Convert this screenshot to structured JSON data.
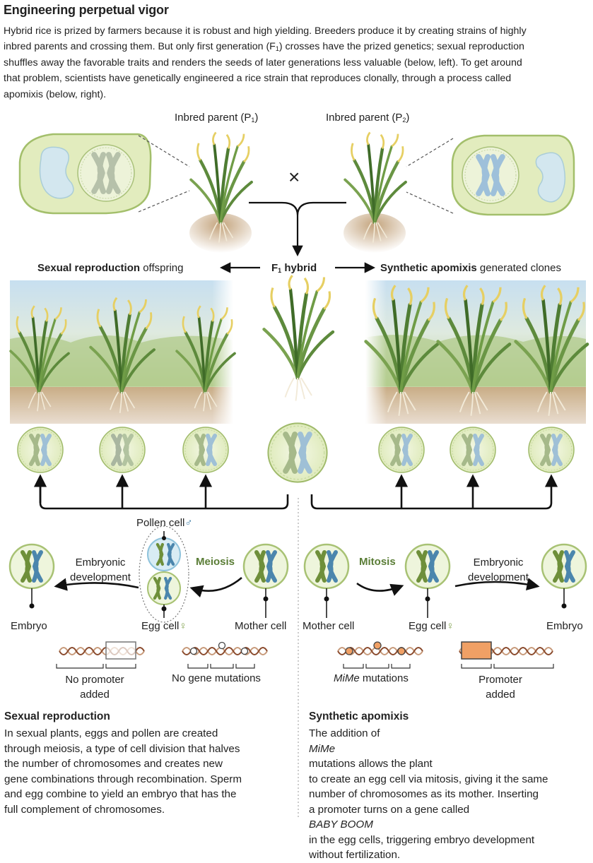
{
  "title": "Engineering perpetual vigor",
  "intro_lines": [
    "Hybrid rice is prized by farmers because it is robust and high yielding. Breeders produce it by creating strains of highly",
    "inbred parents and crossing them. But only first generation (F",
    ") crosses have the prized genetics; sexual reproduction",
    "shuffles away the favorable traits and renders the seeds of later generations less valuable (below, left). To get around",
    "that problem, scientists have genetically engineered a rice strain that reproduces clonally, through a process called",
    "apomixis (below, right)."
  ],
  "intro_sub": "1",
  "parent1": {
    "label": "Inbred parent (P",
    "sub": "1",
    "close": ")"
  },
  "parent2": {
    "label": "Inbred parent (P",
    "sub": "2",
    "close": ")"
  },
  "cross_symbol": "×",
  "f1": {
    "label": "F",
    "sub": "1",
    "rest": " hybrid"
  },
  "left_heading": {
    "bold": "Sexual reproduction",
    "rest": " offspring"
  },
  "right_heading": {
    "bold": "Synthetic apomixis",
    "rest": " generated clones"
  },
  "labels": {
    "pollen_cell": "Pollen cell",
    "male_symbol": "♂",
    "meiosis": "Meiosis",
    "mitosis": "Mitosis",
    "embryonic_line1": "Embryonic",
    "embryonic_line2": "development",
    "embryo": "Embryo",
    "egg_cell": "Egg cell",
    "female_symbol": "♀",
    "mother_cell": "Mother cell"
  },
  "dna_labels": {
    "no_promoter_1": "No promoter",
    "no_promoter_2": "added",
    "no_gene_mutations": "No gene mutations",
    "mime_italic": "MiMe",
    "mime_rest": " mutations",
    "promoter_1": "Promoter",
    "promoter_2": "added"
  },
  "sexual_section": {
    "heading": "Sexual reproduction",
    "lines": [
      "In sexual plants, eggs and pollen are created",
      "through meiosis, a type of cell division that halves",
      "the number of chromosomes and creates new",
      "gene combinations through recombination. Sperm",
      "and egg combine to yield an embryo that has the",
      "full complement of chromosomes."
    ]
  },
  "apomixis_section": {
    "heading": "Synthetic apomixis",
    "line1_a": "The addition of ",
    "line1_italic": "MiMe",
    "line1_b": " mutations allows the plant",
    "line2": "to create an egg cell via mitosis, giving it the same",
    "line3": "number of chromosomes as its mother. Inserting",
    "line4": "a promoter turns on a gene called ",
    "line4_italic": "BABY BOOM",
    "line5": "in the egg cells, triggering embryo development",
    "line6": "without fertilization."
  },
  "colors": {
    "green_chromosome": "#6b8a3a",
    "blue_chromosome": "#3f7ea6",
    "cell_fill": "#dfeab8",
    "cell_border": "#9dba5c",
    "soil": "#c7aa84",
    "sky": "#cfe3ee",
    "promoter_orange": "#f0a065"
  }
}
